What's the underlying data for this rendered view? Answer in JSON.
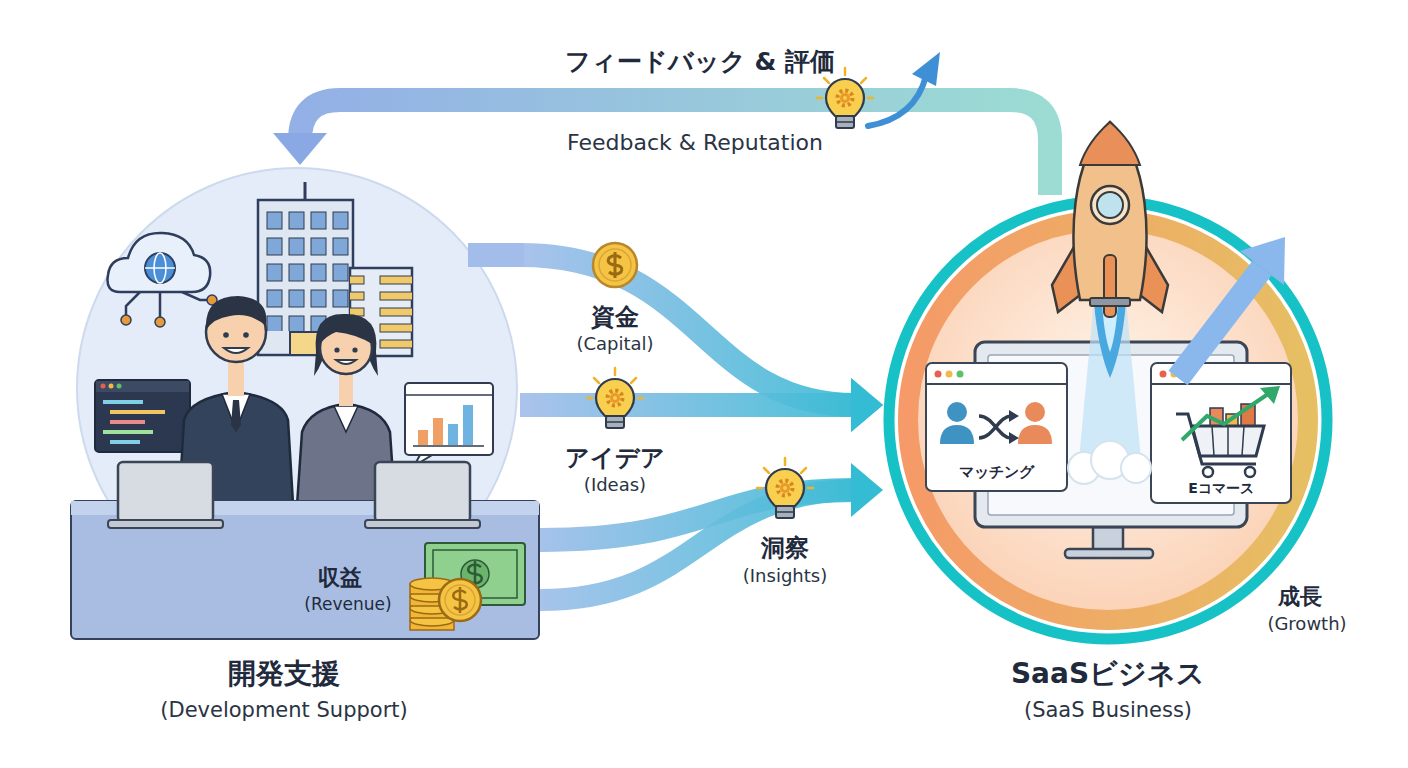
{
  "diagram": {
    "nodes": [
      {
        "text": [
          "開発支援",
          "(Development Support)"
        ]
      },
      {
        "text": [
          "収益",
          "(Revenue)"
        ],
        "in": 0
      },
      {
        "text": [
          "SaaSビジネス",
          "(SaaS Business)"
        ]
      },
      {
        "text": [
          "マッチング"
        ],
        "in": 2
      },
      {
        "text": [
          "Eコマース"
        ],
        "in": 2
      }
    ],
    "edges": [
      {
        "from": 0,
        "to": 2,
        "label": "資金",
        "arrow": "to"
      },
      {
        "from": 0,
        "to": 2,
        "label": "アイデア",
        "arrow": "to"
      },
      {
        "from": 1,
        "to": 2,
        "label": "洞察",
        "arrow": "to"
      },
      {
        "from": 2,
        "to": 0,
        "label": "フィードバック & 評価",
        "arrow": "to"
      }
    ],
    "labels": [
      "Feedback & Reputation",
      "(Capital)",
      "(Ideas)",
      "(Insights)",
      "成長",
      "(Growth)"
    ]
  }
}
